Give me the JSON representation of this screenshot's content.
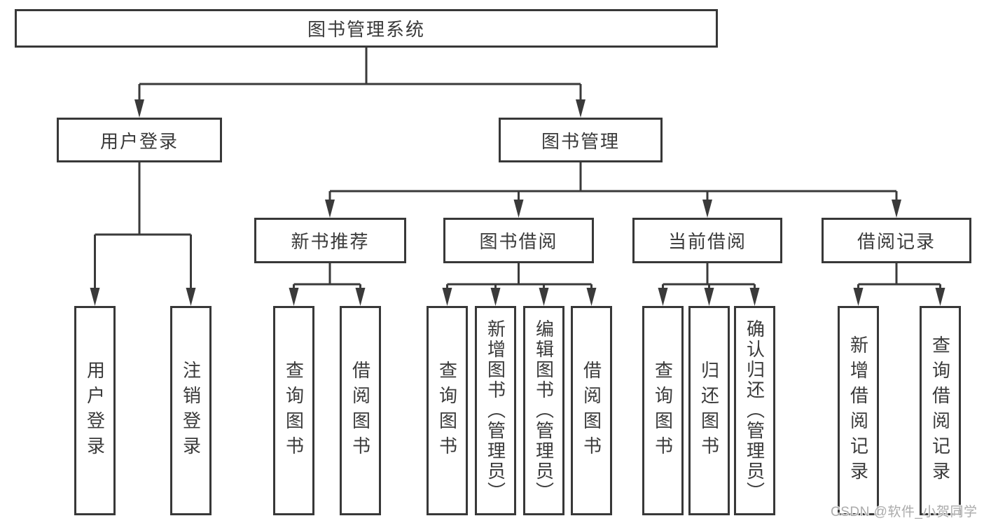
{
  "diagram": {
    "type": "hierarchy-tree",
    "root": {
      "label": "图书管理系统",
      "children": [
        {
          "label": "用户登录",
          "children": [
            {
              "label": "用户登录"
            },
            {
              "label": "注销登录"
            }
          ]
        },
        {
          "label": "图书管理",
          "children": [
            {
              "label": "新书推荐",
              "children": [
                {
                  "label": "查询图书"
                },
                {
                  "label": "借阅图书"
                }
              ]
            },
            {
              "label": "图书借阅",
              "children": [
                {
                  "label": "查询图书"
                },
                {
                  "label": "新增图书（管理员）"
                },
                {
                  "label": "编辑图书（管理员）"
                },
                {
                  "label": "借阅图书"
                }
              ]
            },
            {
              "label": "当前借阅",
              "children": [
                {
                  "label": "查询图书"
                },
                {
                  "label": "归还图书"
                },
                {
                  "label": "确认归还（管理员）"
                }
              ]
            },
            {
              "label": "借阅记录",
              "children": [
                {
                  "label": "新增借阅记录"
                },
                {
                  "label": "查询借阅记录"
                }
              ]
            }
          ]
        }
      ]
    }
  },
  "watermark": {
    "text": "CSDN @软件_小贺同学"
  },
  "colors": {
    "line": "#3a3a3a",
    "border": "#383838",
    "text": "#3a3a3a",
    "background": "#ffffff",
    "watermark": "#ababab"
  }
}
